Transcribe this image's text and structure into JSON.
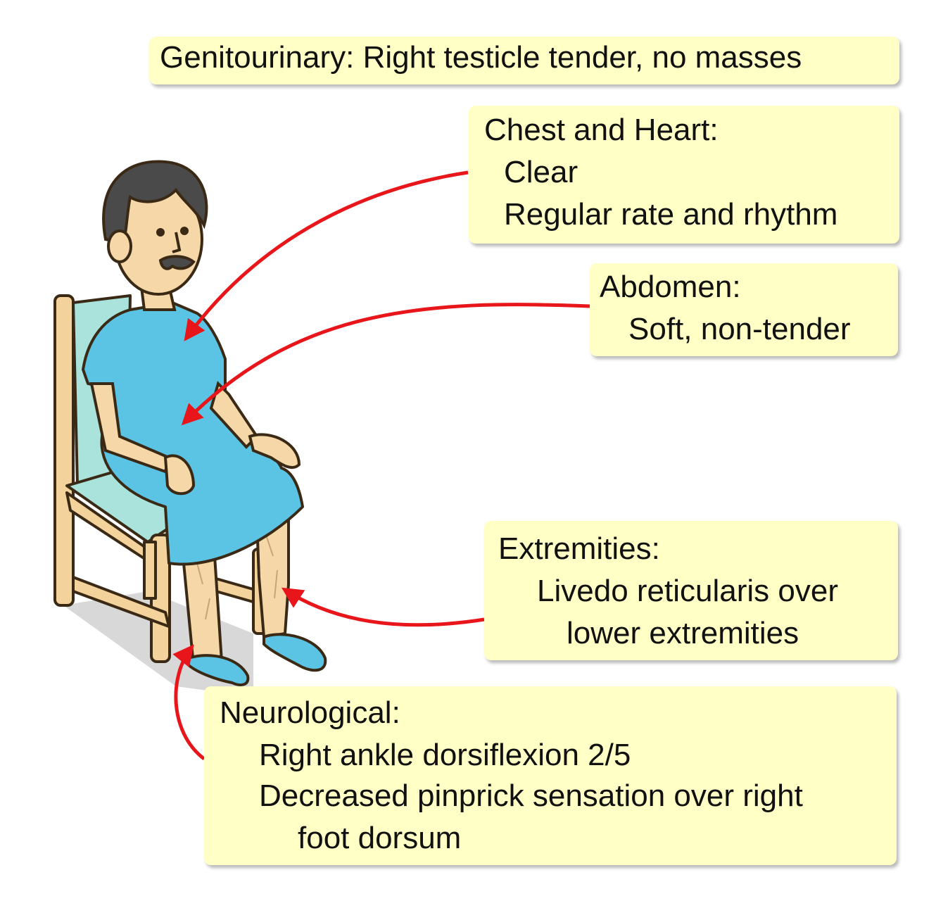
{
  "genitourinary": {
    "text": "Genitourinary: Right testicle tender, no masses"
  },
  "chest_heart": {
    "title": "Chest and Heart:",
    "line1": "Clear",
    "line2": "Regular rate and rhythm"
  },
  "abdomen": {
    "title": "Abdomen:",
    "line1": "Soft, non-tender"
  },
  "extremities": {
    "title": "Extremities:",
    "line1": "Livedo reticularis over",
    "line2": "lower extremities"
  },
  "neurological": {
    "title": "Neurological:",
    "line1": "Right ankle dorsiflexion 2/5",
    "line2": "Decreased pinprick sensation over right",
    "line3": "foot dorsum"
  },
  "colors": {
    "box_fill": "#ffffc6",
    "arrow": "#e8161b",
    "gown": "#5bc3e4",
    "chair": "#f3d29b",
    "skin": "#f6d7a8",
    "hair": "#4a4a4a"
  }
}
